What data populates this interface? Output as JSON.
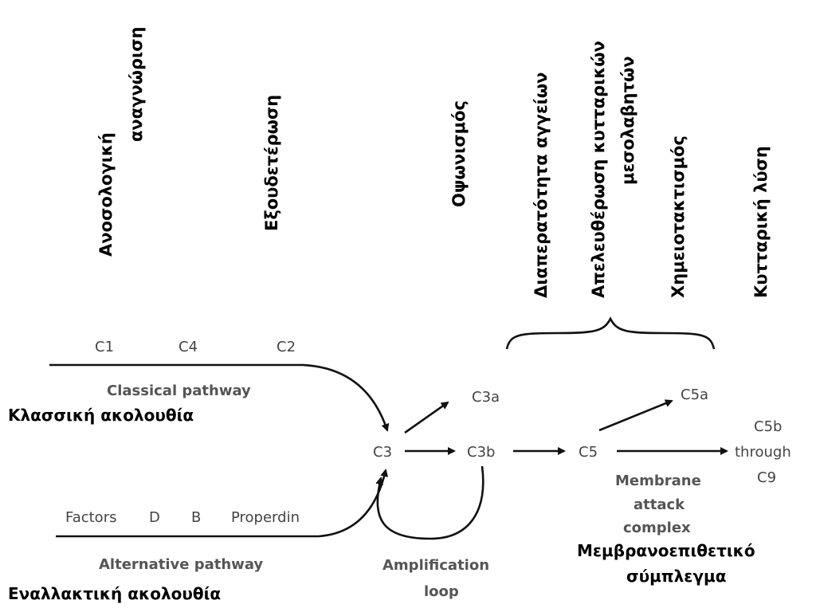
{
  "effects": {
    "immune_recognition": [
      "Ανοσολογική",
      "αναγνώριση"
    ],
    "neutralization": "Εξουδετέρωση",
    "opsonization": "Οψωνισμός",
    "vascular_permeability": "Διαπερατότητα αγγείων",
    "mediator_release": [
      "Απελευθέρωση κυτταρικών",
      "μεσολαβητών"
    ],
    "chemotaxis": "Χημειοτακτισμός",
    "cell_lysis": "Κυτταρική λύση"
  },
  "classical": {
    "components": [
      "C1",
      "C4",
      "C2"
    ],
    "label": "Classical pathway",
    "greek_label": "Κλασσική ακολουθία"
  },
  "alternative": {
    "factors": [
      "Factors",
      "D",
      "B",
      "Properdin"
    ],
    "label": "Alternative pathway",
    "greek_label": "Εναλλακτική ακολουθία"
  },
  "cascade": {
    "c3": "C3",
    "c3a": "C3a",
    "c3b": "C3b",
    "c5": "C5",
    "c5a": "C5a",
    "terminal": [
      "C5b",
      "through",
      "C9"
    ]
  },
  "amplification": [
    "Amplification",
    "loop"
  ],
  "mac": {
    "english": [
      "Membrane",
      "attack",
      "complex"
    ],
    "greek": [
      "Μεμβρανοεπιθετικό",
      "σύμπλεγμα"
    ]
  }
}
